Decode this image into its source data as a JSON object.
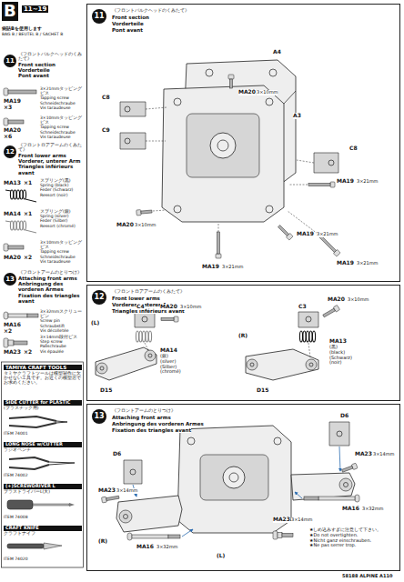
{
  "diagram": {
    "nodes": [
      {
        "text": [
          "B",
          "11~19",
          "袋詰Bを使用します",
          "BAG B / BEUTEL B / SACHET B"
        ]
      },
      {
        "text": [
          "11",
          "《フロントバルクヘッドのくみたて》",
          "Front section",
          "Vorderteile",
          "Pont avant"
        ]
      },
      {
        "text": [
          "12",
          "《フロントロアアームのくみたて》",
          "Front lower arms",
          "Vorderer, unterer Arm",
          "Triangles inférieurs avant"
        ]
      },
      {
        "text": [
          "13",
          "《フロントアームのとりつけ》",
          "Attaching front arms",
          "Anbringung des vorderen Armes",
          "Fixation des triangles avant"
        ]
      }
    ],
    "labels": [
      "11",
      "《フロントバルクヘッドのくみたて》",
      "Front section",
      "Vorderteile",
      "Pont avant",
      "MA19",
      "×3",
      "3×21mmタッピングビス",
      "Tapping screw",
      "Schneidschraube",
      "Vis taraudeuse",
      "MA20",
      "×6",
      "3×10mmタッピングビス",
      "Tapping screw",
      "Schneidschraube",
      "Vis taraudeuse",
      "12",
      "《フロントロアアームのくみたて》",
      "Front lower arms",
      "Vorderer, unterer Arm",
      "Triangles inférieurs avant",
      "MA13",
      "×1",
      "スプリング(黒)",
      "Spring (black)",
      "Feder (Schwarz)",
      "Ressort (noir)",
      "MA14",
      "×1",
      "スプリング(銀)",
      "Spring (silver)",
      "Feder (Silber)",
      "Ressort (chromé)",
      "MA20",
      "×2",
      "3×10mmタッピングビス",
      "Tapping screw",
      "Schneidschraube",
      "Vis taraudeuse",
      "13",
      "《フロントアームのとりつけ》",
      "Attaching front arms",
      "Anbringung des vorderen Armes",
      "Fixation des triangles avant",
      "MA16",
      "×2",
      "3×32mmスクリューピン",
      "Screw pin",
      "Schraubstift",
      "Vis décolletée",
      "MA23",
      "×2",
      "3×14mm段付ビス",
      "Step screw",
      "Paßschraube",
      "Vis épaulée",
      "TAMIYA CRAFT TOOLS",
      "タミヤクラフトツールは模型製作に欠かせない工具です。お近くの模型店でお求めください。",
      "SIDE CUTTER for PLASTIC",
      "(プラスチック用)",
      "ITEM 74001",
      "LONG NOSE w/CUTTER",
      "ラジオペンチ",
      "ITEM 74002",
      "(+)SCREWDRIVER L",
      "プラスドライバーL(大)",
      "ITEM 74008",
      "CRAFT KNIFE",
      "クラフトナイフ",
      "ITEM 74020",
      "A4",
      "C8",
      "C9",
      "MA20",
      "3×10mm",
      "A3",
      "C8",
      "MA19",
      "3×21mm",
      "MA20",
      "3×10mm",
      "MA19",
      "3×21mm",
      "MA19",
      "3×21mm",
      "MA19",
      "3×21mm",
      "C4",
      "MA20",
      "3×10mm",
      "C3",
      "MA20",
      "3×10mm",
      "(L)",
      "(R)",
      "MA14",
      "(銀)",
      "(silver)",
      "(Silber)",
      "(chromé)",
      "MA13",
      "(黒)",
      "(black)",
      "(Schwarz)",
      "(noir)",
      "D15",
      "D15",
      "D6",
      "D6",
      "MA23",
      "3×14mm",
      "MA23",
      "3×14mm",
      "(R)",
      "(L)",
      "MA16",
      "3×32mm",
      "MA23",
      "3×14mm",
      "★しめ込みすぎに注意して下さい。",
      "★Do not overtighten.",
      "★Nicht ganz einschrauben.",
      "★Ne pas serrer trop.",
      "MA16",
      "3×32mm",
      "58188 ALPINE A110"
    ]
  }
}
